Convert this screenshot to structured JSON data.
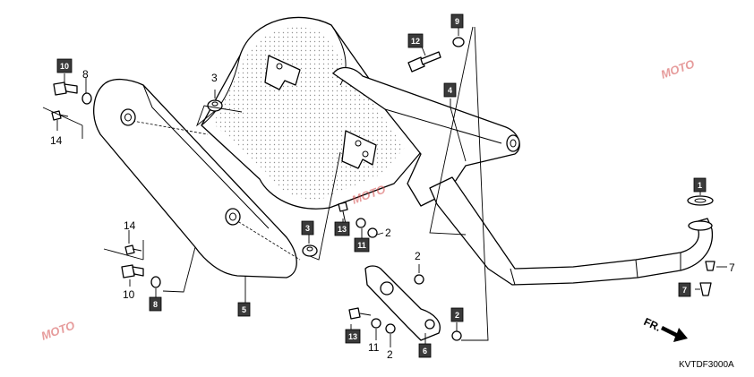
{
  "diagram": {
    "drawing_code": "KVTDF3000A",
    "direction_label": "FR.",
    "watermark": "MOTO",
    "colors": {
      "box_fill": "#3a3a3a",
      "line": "#000000",
      "watermark": "#d34a4a"
    }
  },
  "callouts": [
    {
      "id": "c1",
      "num": "1",
      "boxed": true
    },
    {
      "id": "c2a",
      "num": "2",
      "boxed": false
    },
    {
      "id": "c2b",
      "num": "2",
      "boxed": false
    },
    {
      "id": "c2c",
      "num": "2",
      "boxed": true
    },
    {
      "id": "c2d",
      "num": "2",
      "boxed": false
    },
    {
      "id": "c3a",
      "num": "3",
      "boxed": false
    },
    {
      "id": "c3b",
      "num": "3",
      "boxed": true
    },
    {
      "id": "c4",
      "num": "4",
      "boxed": true
    },
    {
      "id": "c5",
      "num": "5",
      "boxed": true
    },
    {
      "id": "c6",
      "num": "6",
      "boxed": true
    },
    {
      "id": "c7a",
      "num": "7",
      "boxed": false
    },
    {
      "id": "c7b",
      "num": "7",
      "boxed": true
    },
    {
      "id": "c8a",
      "num": "8",
      "boxed": false
    },
    {
      "id": "c8b",
      "num": "8",
      "boxed": true
    },
    {
      "id": "c9",
      "num": "9",
      "boxed": true
    },
    {
      "id": "c10a",
      "num": "10",
      "boxed": true
    },
    {
      "id": "c10b",
      "num": "10",
      "boxed": false
    },
    {
      "id": "c11a",
      "num": "11",
      "boxed": true
    },
    {
      "id": "c11b",
      "num": "11",
      "boxed": false
    },
    {
      "id": "c12",
      "num": "12",
      "boxed": true
    },
    {
      "id": "c13a",
      "num": "13",
      "boxed": true
    },
    {
      "id": "c13b",
      "num": "13",
      "boxed": true
    },
    {
      "id": "c14a",
      "num": "14",
      "boxed": false
    },
    {
      "id": "c14b",
      "num": "14",
      "boxed": false
    }
  ]
}
